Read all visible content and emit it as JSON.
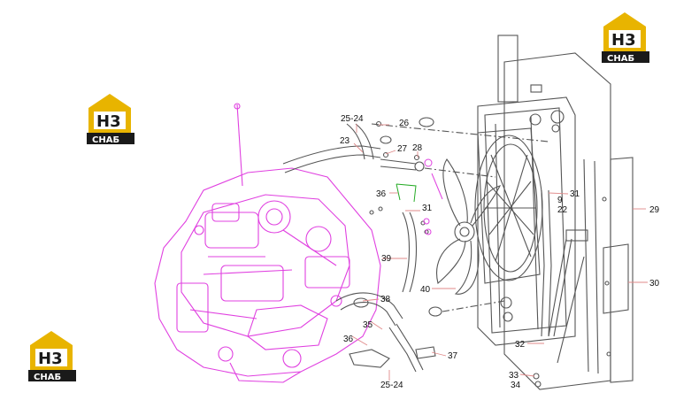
{
  "logo": {
    "mark": "H3",
    "text": "СНАБ",
    "colors": {
      "gold": "#e8b400",
      "dark": "#1a1a1a"
    }
  },
  "colors": {
    "engine": "#e040e0",
    "line": "#555555",
    "label_leader": "#e08a8a"
  },
  "callouts": [
    {
      "id": "25-24-top",
      "text": "25-24"
    },
    {
      "id": "26",
      "text": "26"
    },
    {
      "id": "23",
      "text": "23"
    },
    {
      "id": "27",
      "text": "27"
    },
    {
      "id": "28",
      "text": "28"
    },
    {
      "id": "36-top",
      "text": "36"
    },
    {
      "id": "31-left",
      "text": "31"
    },
    {
      "id": "39",
      "text": "39"
    },
    {
      "id": "40",
      "text": "40"
    },
    {
      "id": "38",
      "text": "38"
    },
    {
      "id": "35",
      "text": "35"
    },
    {
      "id": "36-bottom",
      "text": "36"
    },
    {
      "id": "37",
      "text": "37"
    },
    {
      "id": "25-24-bottom",
      "text": "25-24"
    },
    {
      "id": "31-right",
      "text": "31"
    },
    {
      "id": "9",
      "text": "9"
    },
    {
      "id": "22",
      "text": "22"
    },
    {
      "id": "29",
      "text": "29"
    },
    {
      "id": "30",
      "text": "30"
    },
    {
      "id": "32",
      "text": "32"
    },
    {
      "id": "33",
      "text": "33"
    },
    {
      "id": "34",
      "text": "34"
    }
  ]
}
